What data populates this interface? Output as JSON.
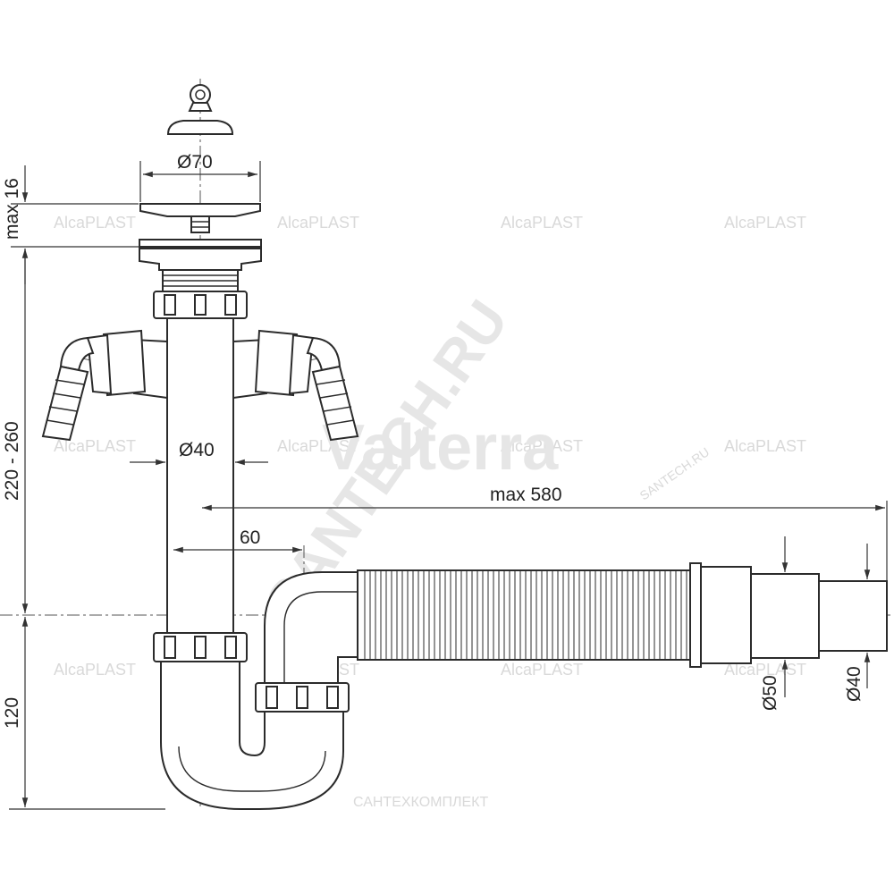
{
  "dimensions": {
    "max16": "max 16",
    "height_220_260": "220 - 260",
    "height_120": "120",
    "d70": "Ø70",
    "d40_pipe": "Ø40",
    "max580": "max 580",
    "offset60": "60",
    "d50": "Ø50",
    "d40_outlet": "Ø40"
  },
  "watermarks": {
    "alcaplast": "AlcaPLAST",
    "valterra": "Valterra",
    "santech_ru": "SANTECH.RU",
    "santech_small": "SANTECH.RU",
    "santehkomplekt": "САНТЕХКОМПЛЕКТ"
  },
  "colors": {
    "line": "#2b2b2b",
    "watermark": "#e6e6e6",
    "background": "#ffffff"
  }
}
